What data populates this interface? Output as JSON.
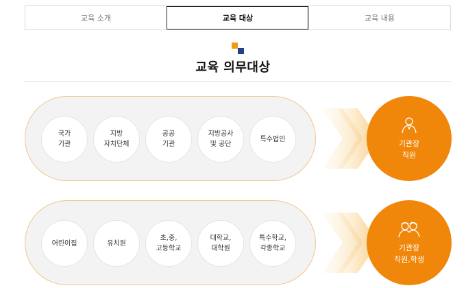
{
  "tabs": [
    {
      "label": "교육 소개",
      "active": false
    },
    {
      "label": "교육 대상",
      "active": true
    },
    {
      "label": "교육 내용",
      "active": false
    }
  ],
  "heading": {
    "title": "교육 의무대상"
  },
  "groups": [
    {
      "items": [
        "국가\n기관",
        "지방\n자치단체",
        "공공\n기관",
        "지방공사\n및 공단",
        "특수법인"
      ],
      "result": {
        "label": "기관장\n직원",
        "icon": "person-icon"
      }
    },
    {
      "items": [
        "어린이집",
        "유치원",
        "초,중,\n고등학교",
        "대학교,\n대학원",
        "특수학교,\n각종학교"
      ],
      "result": {
        "label": "기관장\n직원,학생",
        "icon": "people-group-icon"
      }
    }
  ],
  "colors": {
    "accent": "#f0870a",
    "deco_orange": "#f29b0e",
    "deco_navy": "#23408e",
    "pill_border": "#f0c58a"
  }
}
